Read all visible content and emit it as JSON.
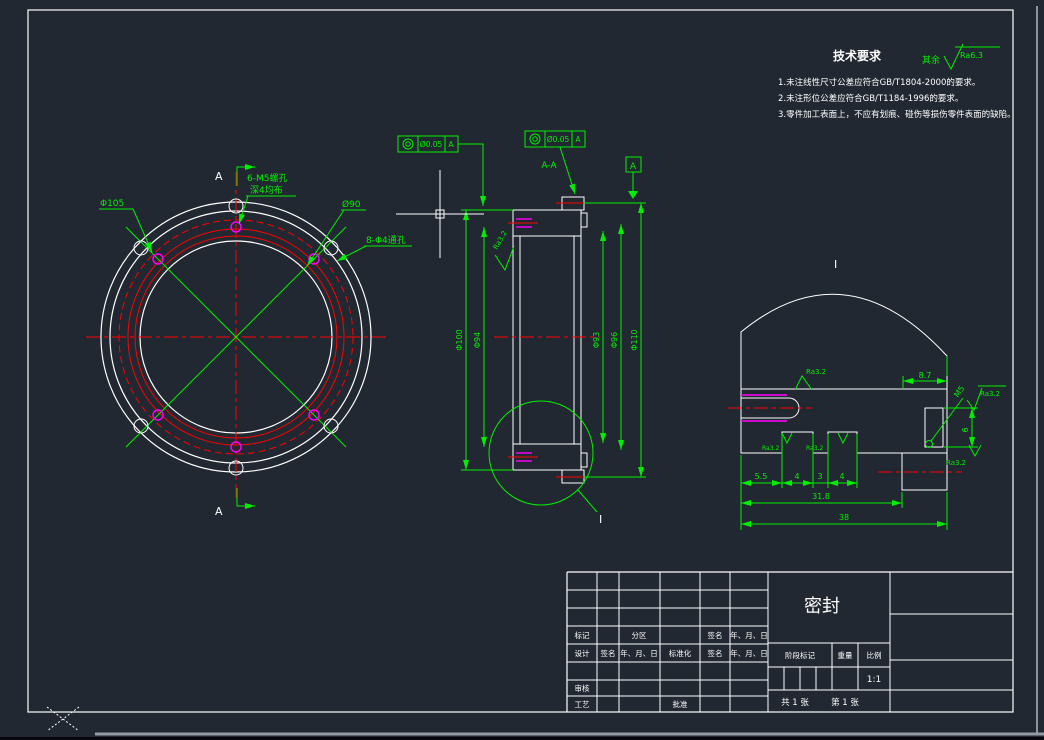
{
  "app": {
    "canvas_background": "#222831",
    "line_color": "#ffffff",
    "dim_color": "#00ef00",
    "center_color": "#ff0000",
    "seal_color": "#ff00ff",
    "hatch_color": "#00dde8"
  },
  "notes": {
    "title": "技术要求",
    "lines": [
      "1.未注线性尺寸公差应符合GB/T1804-2000的要求。",
      "2.未注形位公差应符合GB/T1184-1996的要求。",
      "3.零件加工表面上，不应有划痕、碰伤等损伤零件表面的缺陷。"
    ]
  },
  "surface_default": {
    "label": "其余",
    "value": "Ra6.3"
  },
  "front": {
    "dia_bolt": "Φ105",
    "dia_bore": "Ø90",
    "holes": "8-Φ4通孔",
    "thread1": "6-M5螺孔",
    "thread2": "深4均布",
    "cut": "A"
  },
  "section": {
    "name": "A-A",
    "fcf_tol": "Ø0.05",
    "fcf_datum": "A",
    "datum": "A",
    "d1": "Φ100",
    "d2": "Φ94",
    "d3": "Φ93",
    "d4": "Φ96",
    "d5": "Φ110",
    "ra": "Ra3.2",
    "detail": "I"
  },
  "detail": {
    "name": "I",
    "w1": "5.5",
    "w2": "4",
    "w3": "3",
    "w4": "4",
    "w5": "31.8",
    "w6": "38",
    "h1": "8.7",
    "h2": "6",
    "thread": "M5",
    "ra": "Ra3.2"
  },
  "tb": {
    "name": "密封",
    "a1": "标记",
    "a3": "分区",
    "a5": "签名",
    "a6": "年、月、日",
    "b1": "设计",
    "b2": "签名",
    "b3": "年、月、日",
    "b4": "标准化",
    "b5": "签名",
    "b6": "年、月、日",
    "c1": "审核",
    "d1": "工艺",
    "d4": "批准",
    "stage": "阶段标记",
    "weight": "重量",
    "scale": "比例",
    "scale_v": "1:1",
    "sheet_total": "共 1 张",
    "sheet_page": "第 1 张"
  }
}
